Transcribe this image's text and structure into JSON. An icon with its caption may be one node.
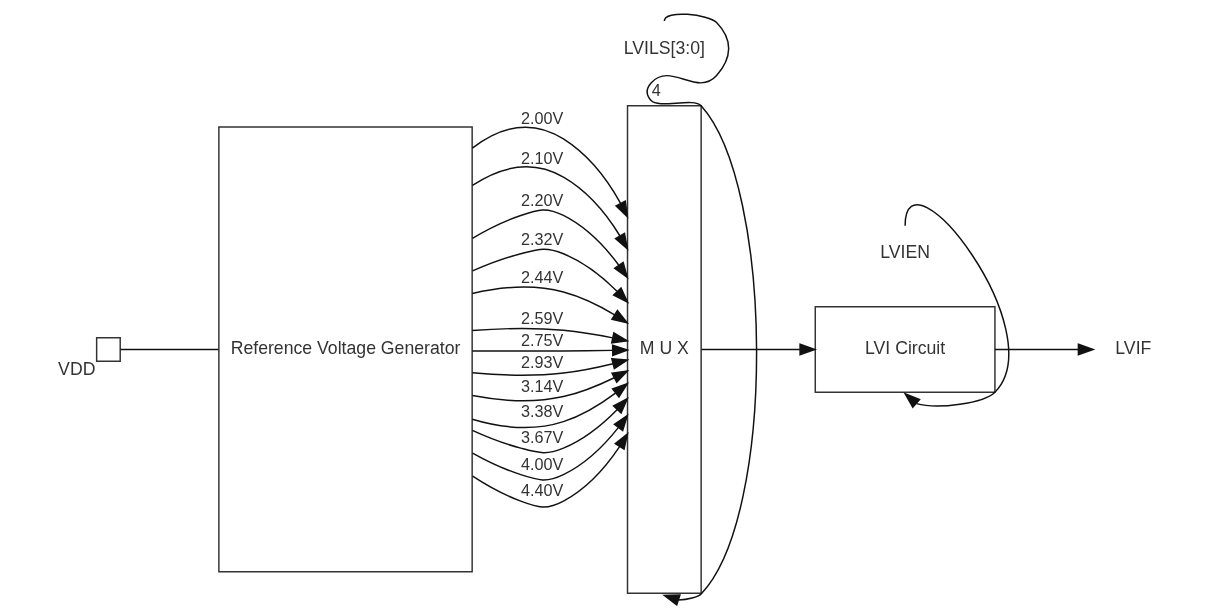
{
  "diagram": {
    "nodes": [
      {
        "text": [],
        "shape": "box",
        "beside": [
          "VDD"
        ]
      },
      {
        "text": [
          "Reference Voltage Generator"
        ]
      },
      {
        "text": [
          "M U X"
        ]
      },
      {
        "text": [
          "LVI Circuit"
        ]
      },
      {
        "text": [
          "LVIF"
        ]
      },
      {
        "text": [
          "LVIEN"
        ]
      },
      {
        "text": [
          "LVILS[3:0]"
        ]
      }
    ],
    "edges": [
      {
        "from": 0,
        "to": 1,
        "arrow": "none"
      },
      {
        "from": 1,
        "to": 2,
        "arrow": "to",
        "label": "2.00V"
      },
      {
        "from": 1,
        "to": 2,
        "arrow": "to",
        "label": "2.10V"
      },
      {
        "from": 1,
        "to": 2,
        "arrow": "to",
        "label": "2.20V"
      },
      {
        "from": 1,
        "to": 2,
        "arrow": "to",
        "label": "2.32V"
      },
      {
        "from": 1,
        "to": 2,
        "arrow": "to",
        "label": "2.44V"
      },
      {
        "from": 1,
        "to": 2,
        "arrow": "to",
        "label": "2.59V"
      },
      {
        "from": 1,
        "to": 2,
        "arrow": "to",
        "label": "2.75V"
      },
      {
        "from": 1,
        "to": 2,
        "arrow": "to",
        "label": "2.93V"
      },
      {
        "from": 1,
        "to": 2,
        "arrow": "to",
        "label": "3.14V"
      },
      {
        "from": 1,
        "to": 2,
        "arrow": "to",
        "label": "3.38V"
      },
      {
        "from": 1,
        "to": 2,
        "arrow": "to",
        "label": "3.67V"
      },
      {
        "from": 1,
        "to": 2,
        "arrow": "to",
        "label": "4.00V"
      },
      {
        "from": 1,
        "to": 2,
        "arrow": "to",
        "label": "4.40V"
      },
      {
        "from": 2,
        "to": 3,
        "arrow": "to"
      },
      {
        "from": 3,
        "to": 4,
        "arrow": "to"
      },
      {
        "from": 5,
        "to": 3,
        "arrow": "to"
      },
      {
        "from": 6,
        "to": 2,
        "arrow": "to",
        "label": "4"
      }
    ]
  }
}
